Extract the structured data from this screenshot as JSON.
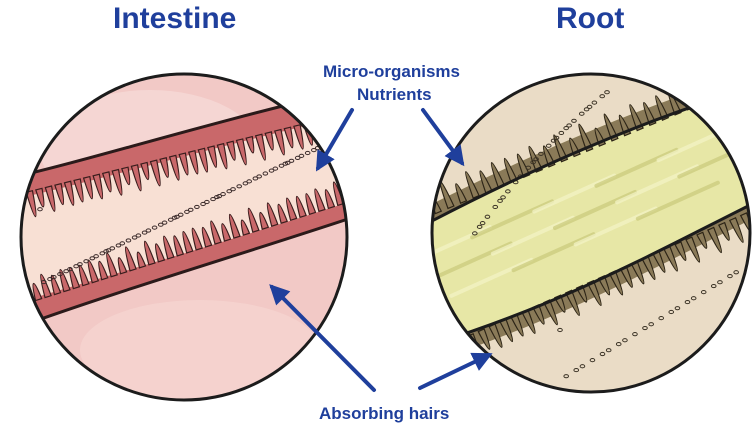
{
  "titles": {
    "intestine": "Intestine",
    "root": "Root"
  },
  "callouts": {
    "micro_organisms": "Micro-organisms",
    "nutrients": "Nutrients",
    "absorbing_hairs": "Absorbing hairs"
  },
  "colors": {
    "label_blue": "#1f3f9c",
    "intestine_outer": "#f2c9c6",
    "intestine_band": "#f8e0d4",
    "intestine_villi": "#c9686a",
    "root_outer": "#eadcc6",
    "root_core": "#e7e7a6",
    "root_hairs": "#8a7a58"
  }
}
